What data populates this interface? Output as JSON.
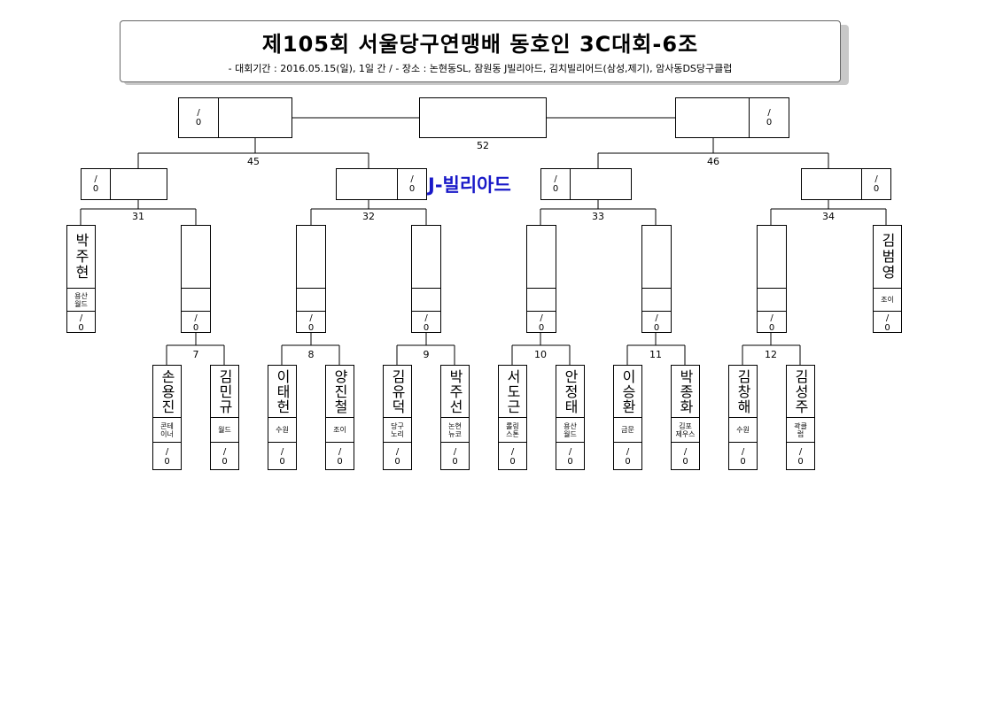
{
  "title": "제105회 서울당구연맹배 동호인 3C대회-6조",
  "subtitle": "-  대회기간 : 2016.05.15(일), 1일 간 / -  장소 : 논현동SL, 잠원동 J빌리아드, 김치빌리어드(삼성,제기), 암사동DS당구클럽",
  "venue_label": "J-빌리아드",
  "score_slash": "/",
  "score_zero": "0",
  "bracket_numbers": {
    "m7": "7",
    "m8": "8",
    "m9": "9",
    "m10": "10",
    "m11": "11",
    "m12": "12",
    "m31": "31",
    "m32": "32",
    "m33": "33",
    "m34": "34",
    "m45": "45",
    "m46": "46",
    "m52": "52"
  },
  "round2_players": [
    {
      "name": "박주현",
      "club": [
        "용산",
        "월드"
      ]
    },
    {
      "name": "김범영",
      "club": [
        "조이"
      ]
    }
  ],
  "round1_players": [
    {
      "name": "손용진",
      "club": [
        "콘테",
        "이너"
      ]
    },
    {
      "name": "김민규",
      "club": [
        "월드"
      ]
    },
    {
      "name": "이태헌",
      "club": [
        "수원"
      ]
    },
    {
      "name": "양진철",
      "club": [
        "조이"
      ]
    },
    {
      "name": "김유덕",
      "club": [
        "당구",
        "노리"
      ]
    },
    {
      "name": "박주선",
      "club": [
        "논현",
        "뉴코"
      ]
    },
    {
      "name": "서도근",
      "club": [
        "롤링",
        "스톤"
      ]
    },
    {
      "name": "안정태",
      "club": [
        "용산",
        "월드"
      ]
    },
    {
      "name": "이승환",
      "club": [
        "금문"
      ]
    },
    {
      "name": "박종화",
      "club": [
        "김포",
        "제우스"
      ]
    },
    {
      "name": "김창해",
      "club": [
        "수원"
      ]
    },
    {
      "name": "김성주",
      "club": [
        "곽클",
        "럽"
      ]
    }
  ]
}
